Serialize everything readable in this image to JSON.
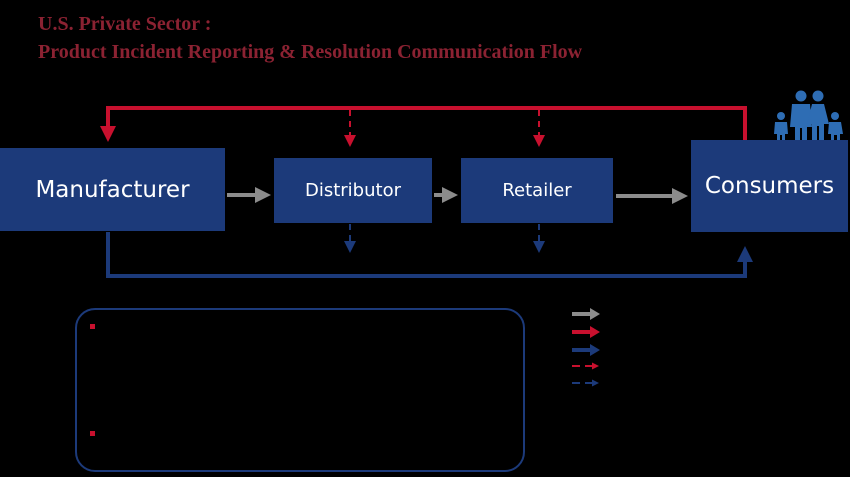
{
  "title": {
    "line1": "U.S. Private Sector :",
    "line2": "Product Incident Reporting & Resolution Communication Flow"
  },
  "nodes": {
    "manufacturer": "Manufacturer",
    "distributor": "Distributor",
    "retailer": "Retailer",
    "consumers": "Consumers"
  },
  "colors": {
    "title": "#8B2232",
    "node_fill": "#1C3A7A",
    "gray_arrow": "#8C8C8C",
    "red_arrow": "#C8102E",
    "blue_arrow": "#1C3A7A",
    "background": "#000000"
  },
  "legend": [
    {
      "style": "gray-solid"
    },
    {
      "style": "red-solid"
    },
    {
      "style": "blue-solid"
    },
    {
      "style": "red-dashed"
    },
    {
      "style": "blue-dashed"
    }
  ],
  "icons": [
    "family-icon"
  ]
}
